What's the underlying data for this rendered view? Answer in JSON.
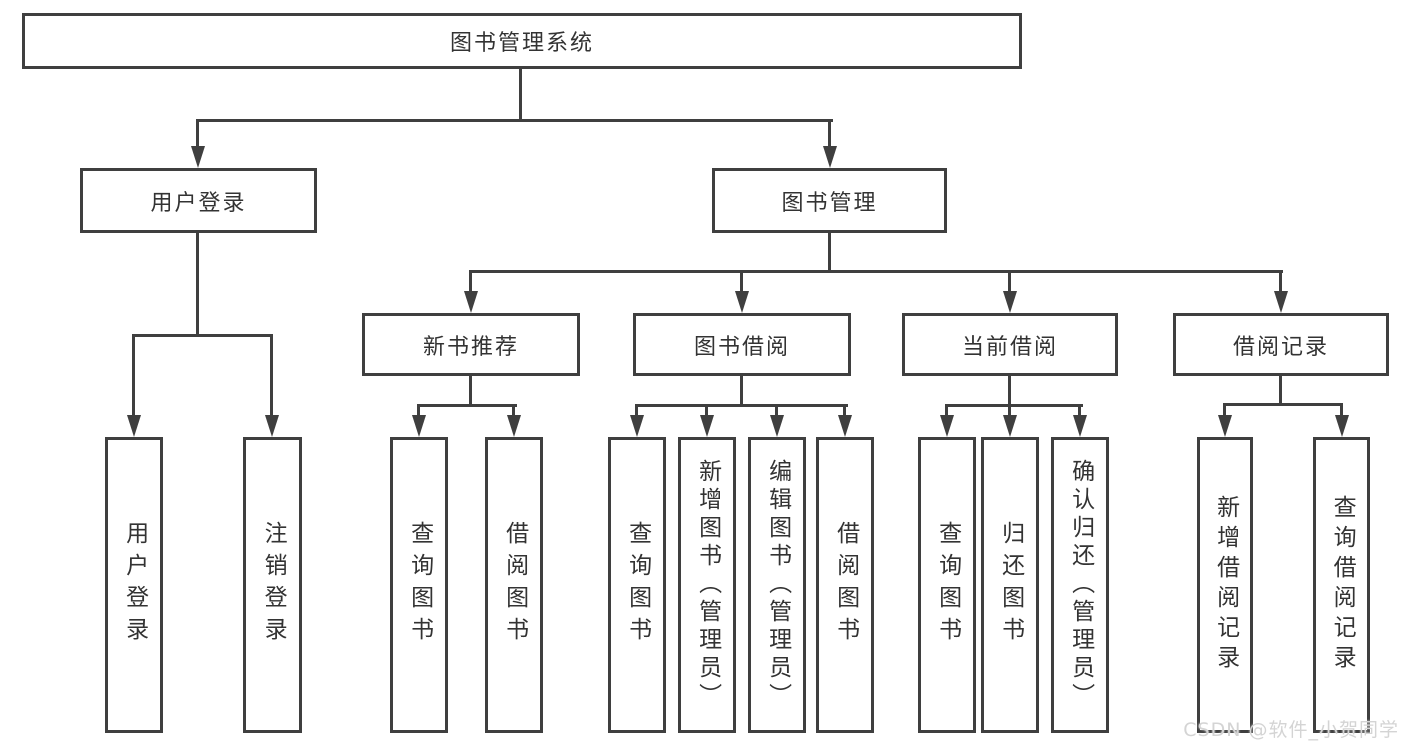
{
  "nodes": {
    "root": "图书管理系统",
    "user_login_group": "用户登录",
    "book_mgmt_group": "图书管理",
    "new_book_rec": "新书推荐",
    "book_borrow": "图书借阅",
    "current_borrow": "当前借阅",
    "borrow_records": "借阅记录",
    "user_login": "用户登录",
    "logout": "注销登录",
    "nb_query_book": "查询图书",
    "nb_borrow_book": "借阅图书",
    "bb_query_book": "查询图书",
    "bb_add_book": "新增图书（管理员）",
    "bb_edit_book": "编辑图书（管理员）",
    "bb_borrow_book": "借阅图书",
    "cb_query_book": "查询图书",
    "cb_return_book": "归还图书",
    "cb_confirm_return": "确认归还（管理员）",
    "br_add_record": "新增借阅记录",
    "br_query_record": "查询借阅记录"
  },
  "watermark": "CSDN @软件_小贺同学",
  "colors": {
    "line": "#3f3f3f",
    "text": "#333333",
    "background": "#ffffff",
    "watermark": "#d4d4d4"
  }
}
